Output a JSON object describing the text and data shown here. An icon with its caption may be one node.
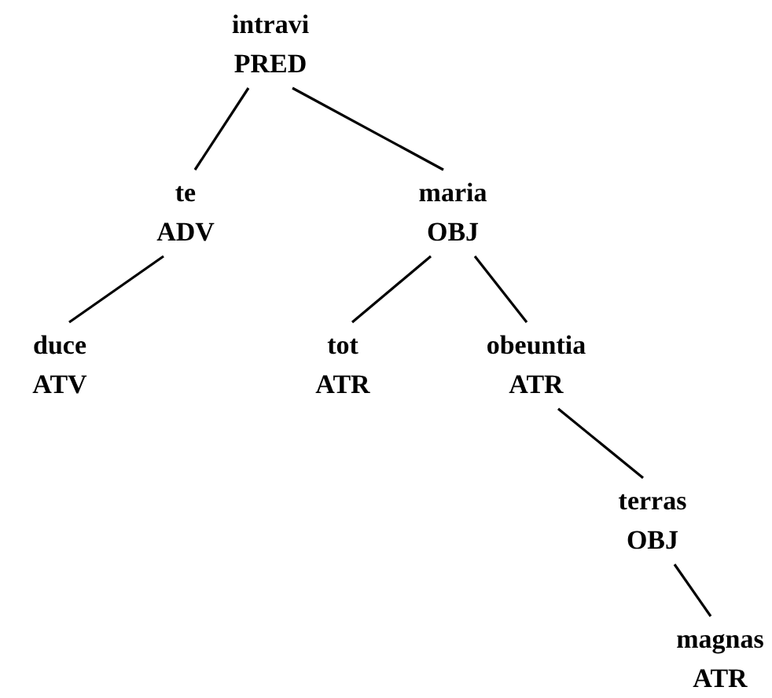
{
  "diagram": {
    "nodes": [
      {
        "text": [
          "intravi",
          "PRED"
        ]
      },
      {
        "text": [
          "te",
          "ADV"
        ]
      },
      {
        "text": [
          "maria",
          "OBJ"
        ]
      },
      {
        "text": [
          "duce",
          "ATV"
        ]
      },
      {
        "text": [
          "tot",
          "ATR"
        ]
      },
      {
        "text": [
          "obeuntia",
          "ATR"
        ]
      },
      {
        "text": [
          "terras",
          "OBJ"
        ]
      },
      {
        "text": [
          "magnas",
          "ATR"
        ]
      }
    ],
    "edges": [
      {
        "from": 0,
        "to": 1,
        "arrow": "none"
      },
      {
        "from": 0,
        "to": 2,
        "arrow": "none"
      },
      {
        "from": 1,
        "to": 3,
        "arrow": "none"
      },
      {
        "from": 2,
        "to": 4,
        "arrow": "none"
      },
      {
        "from": 2,
        "to": 5,
        "arrow": "none"
      },
      {
        "from": 5,
        "to": 6,
        "arrow": "none"
      },
      {
        "from": 6,
        "to": 7,
        "arrow": "none"
      }
    ]
  }
}
